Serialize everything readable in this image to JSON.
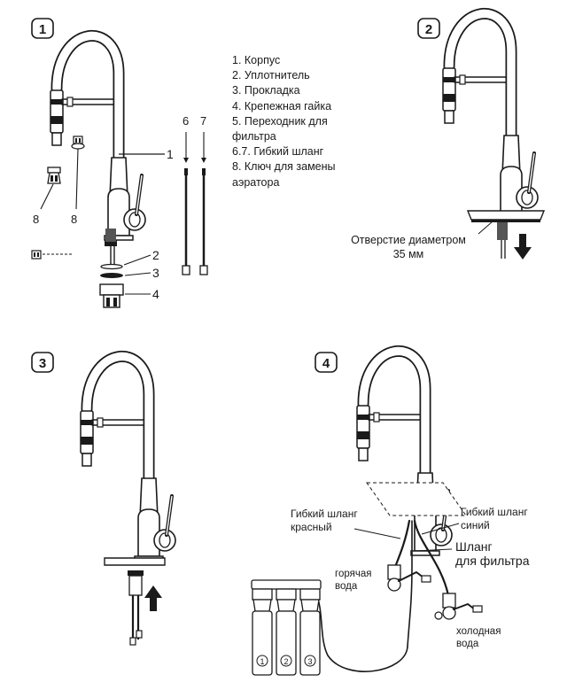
{
  "steps": [
    "1",
    "2",
    "3",
    "4"
  ],
  "parts_list": [
    "1. Корпус",
    "2. Уплотнитель",
    "3. Прокладка",
    "4. Крепежная гайка",
    "5. Переходник для",
    "фильтра",
    "6.7. Гибкий шланг",
    "8. Ключ для замены",
    "аэратора"
  ],
  "callouts": {
    "n1": "1",
    "n2": "2",
    "n3": "3",
    "n4": "4",
    "n6": "6",
    "n7": "7",
    "n8a": "8",
    "n8b": "8"
  },
  "step2": {
    "hole_line1": "Отверстие диаметром",
    "hole_line2": "35 мм"
  },
  "step4": {
    "hose_red_line1": "Гибкий шланг",
    "hose_red_line2": "красный",
    "hose_blue_line1": "Гибкий шланг",
    "hose_blue_line2": "синий",
    "filter_hose_line1": "Шланг",
    "filter_hose_line2": "для фильтра",
    "hot_line1": "горячая",
    "hot_line2": "вода",
    "cold_line1": "холодная",
    "cold_line2": "вода",
    "filters": [
      "1",
      "2",
      "3"
    ]
  }
}
